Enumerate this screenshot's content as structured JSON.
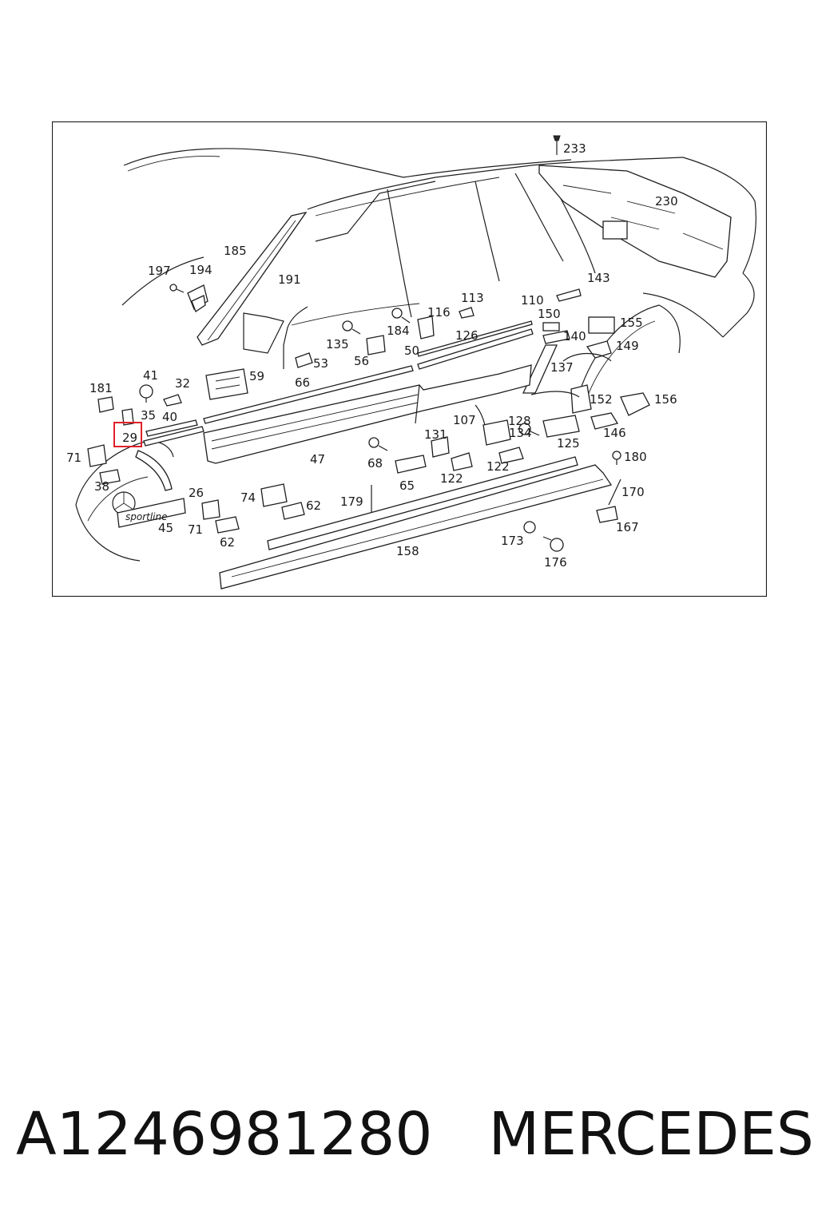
{
  "diagram": {
    "highlight_color": "#e0202a",
    "highlighted_part": "29",
    "emblem_text": "sportline",
    "callouts": {
      "c233": "233",
      "c230": "230",
      "c185": "185",
      "c191": "191",
      "c197": "197",
      "c194": "194",
      "c143": "143",
      "c113": "113",
      "c116": "116",
      "c110": "110",
      "c150": "150",
      "c155": "155",
      "c184": "184",
      "c135": "135",
      "c126": "126",
      "c140": "140",
      "c149": "149",
      "c53": "53",
      "c56": "56",
      "c50": "50",
      "c137": "137",
      "c41": "41",
      "c59": "59",
      "c66": "66",
      "c181": "181",
      "c32": "32",
      "c152": "152",
      "c156": "156",
      "c35": "35",
      "c40": "40",
      "c107": "107",
      "c128": "128",
      "c146": "146",
      "c29": "29",
      "c131": "131",
      "c134": "134",
      "c125": "125",
      "c71a": "71",
      "c47": "47",
      "c68": "68",
      "c122a": "122",
      "c180": "180",
      "c38": "38",
      "c65": "65",
      "c122b": "122",
      "c26": "26",
      "c74": "74",
      "c179": "179",
      "c170": "170",
      "c62a": "62",
      "c71b": "71",
      "c45": "45",
      "c167": "167",
      "c62b": "62",
      "c173": "173",
      "c158": "158",
      "c176": "176"
    }
  },
  "caption": {
    "part_number": "A1246981280",
    "brand": "MERCEDES"
  }
}
